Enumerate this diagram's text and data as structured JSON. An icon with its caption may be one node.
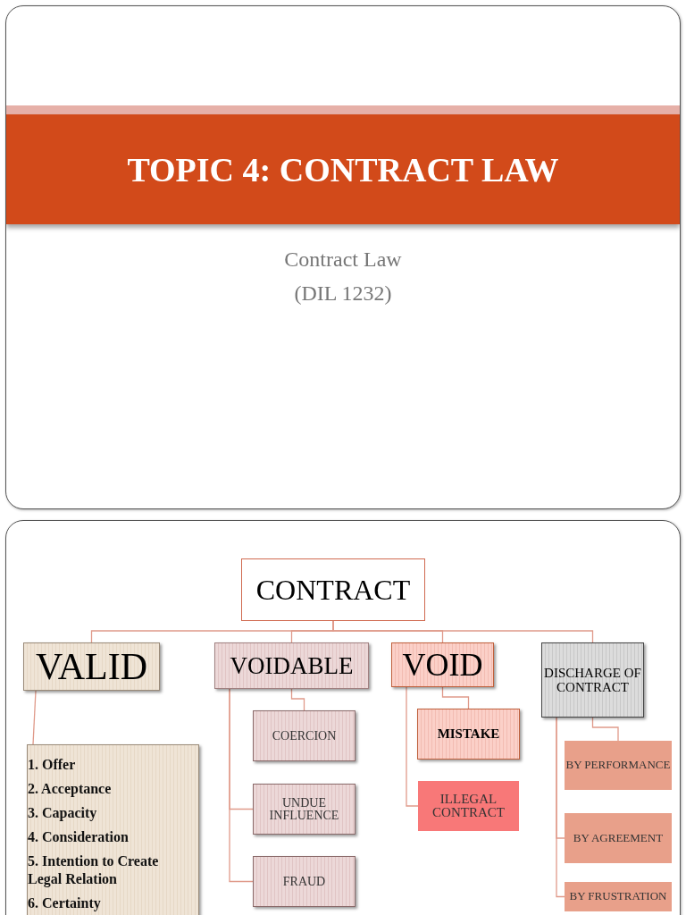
{
  "diagram": {
    "title": "TOPIC 4: CONTRACT LAW",
    "nodes": [
      {
        "text": [
          "CONTRACT"
        ]
      },
      {
        "text": [
          "VALID"
        ]
      },
      {
        "text": [
          "VOIDABLE"
        ]
      },
      {
        "text": [
          "VOID"
        ]
      },
      {
        "text": [
          "DISCHARGE OF CONTRACT"
        ]
      },
      {
        "text": [
          "1. Offer",
          "2. Acceptance",
          "3. Capacity",
          "4. Consideration",
          "5. Intention to Create Legal Relation",
          "6. Certainty"
        ]
      },
      {
        "text": [
          "COERCION"
        ]
      },
      {
        "text": [
          "UNDUE INFLUENCE"
        ]
      },
      {
        "text": [
          "FRAUD"
        ]
      },
      {
        "text": [
          "MISTAKE"
        ]
      },
      {
        "text": [
          "ILLEGAL CONTRACT"
        ]
      },
      {
        "text": [
          "BY PERFORMANCE"
        ]
      },
      {
        "text": [
          "BY AGREEMENT"
        ]
      },
      {
        "text": [
          "BY FRUSTRATION"
        ]
      }
    ],
    "edges": [
      {
        "from": 0,
        "to": 1,
        "arrow": "none"
      },
      {
        "from": 0,
        "to": 2,
        "arrow": "none"
      },
      {
        "from": 0,
        "to": 3,
        "arrow": "none"
      },
      {
        "from": 0,
        "to": 4,
        "arrow": "none"
      },
      {
        "from": 1,
        "to": 5,
        "arrow": "none"
      },
      {
        "from": 2,
        "to": 6,
        "arrow": "none"
      },
      {
        "from": 2,
        "to": 7,
        "arrow": "none"
      },
      {
        "from": 2,
        "to": 8,
        "arrow": "none"
      },
      {
        "from": 3,
        "to": 9,
        "arrow": "none"
      },
      {
        "from": 3,
        "to": 10,
        "arrow": "none"
      },
      {
        "from": 4,
        "to": 11,
        "arrow": "none"
      },
      {
        "from": 4,
        "to": 12,
        "arrow": "none"
      },
      {
        "from": 4,
        "to": 13,
        "arrow": "none"
      }
    ],
    "labels": [
      "Contract Law",
      "(DIL 1232)"
    ]
  }
}
